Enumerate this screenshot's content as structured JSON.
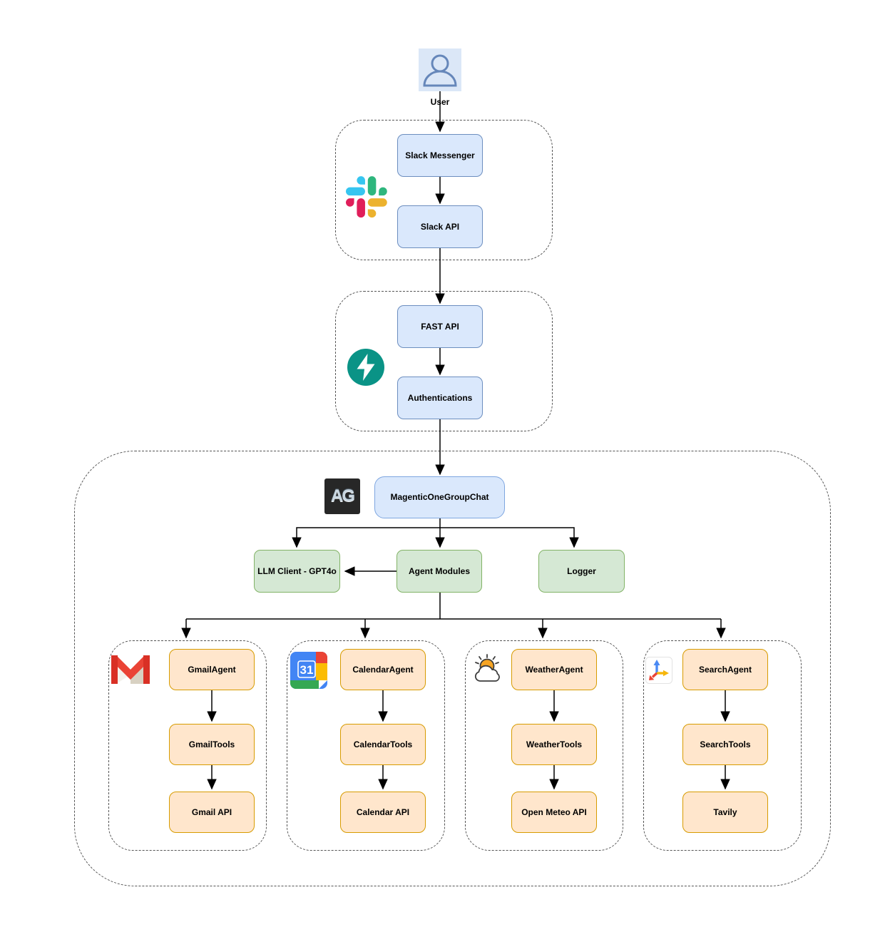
{
  "user": {
    "label": "User"
  },
  "slack": {
    "icon": "slack-icon",
    "nodes": [
      {
        "label": "Slack Messenger"
      },
      {
        "label": "Slack API"
      }
    ]
  },
  "fastapi": {
    "icon": "fastapi-icon",
    "nodes": [
      {
        "label": "FAST API"
      },
      {
        "label": "Authentications"
      }
    ]
  },
  "orchestrator": {
    "icon": "autogen-icon",
    "icon_text": "AG",
    "main_label": "MagenticOneGroupChat",
    "children": [
      {
        "label": "LLM Client - GPT4o"
      },
      {
        "label": "Agent Modules"
      },
      {
        "label": "Logger"
      }
    ]
  },
  "agents": [
    {
      "name": "gmail",
      "icon": "gmail-icon",
      "nodes": [
        {
          "label": "GmailAgent"
        },
        {
          "label": "GmailTools"
        },
        {
          "label": "Gmail API"
        }
      ]
    },
    {
      "name": "calendar",
      "icon": "google-calendar-icon",
      "icon_text": "31",
      "nodes": [
        {
          "label": "CalendarAgent"
        },
        {
          "label": "CalendarTools"
        },
        {
          "label": "Calendar API"
        }
      ]
    },
    {
      "name": "weather",
      "icon": "weather-icon",
      "nodes": [
        {
          "label": "WeatherAgent"
        },
        {
          "label": "WeatherTools"
        },
        {
          "label": "Open Meteo API"
        }
      ]
    },
    {
      "name": "search",
      "icon": "tavily-icon",
      "nodes": [
        {
          "label": "SearchAgent"
        },
        {
          "label": "SearchTools"
        },
        {
          "label": "Tavily"
        }
      ]
    }
  ],
  "colors": {
    "node_blue_fill": "#dae8fc",
    "node_blue_border": "#6c8ebf",
    "magentic_border": "#7ea6e0",
    "node_green_fill": "#d5e8d4",
    "node_green_border": "#82b366",
    "node_orange_fill": "#ffe6cc",
    "node_orange_border": "#d79b00",
    "slack_logo": [
      "#36C5F0",
      "#2EB67D",
      "#ECB22E",
      "#E01E5A"
    ],
    "fastapi_teal": "#009688",
    "wire": "#000000"
  }
}
